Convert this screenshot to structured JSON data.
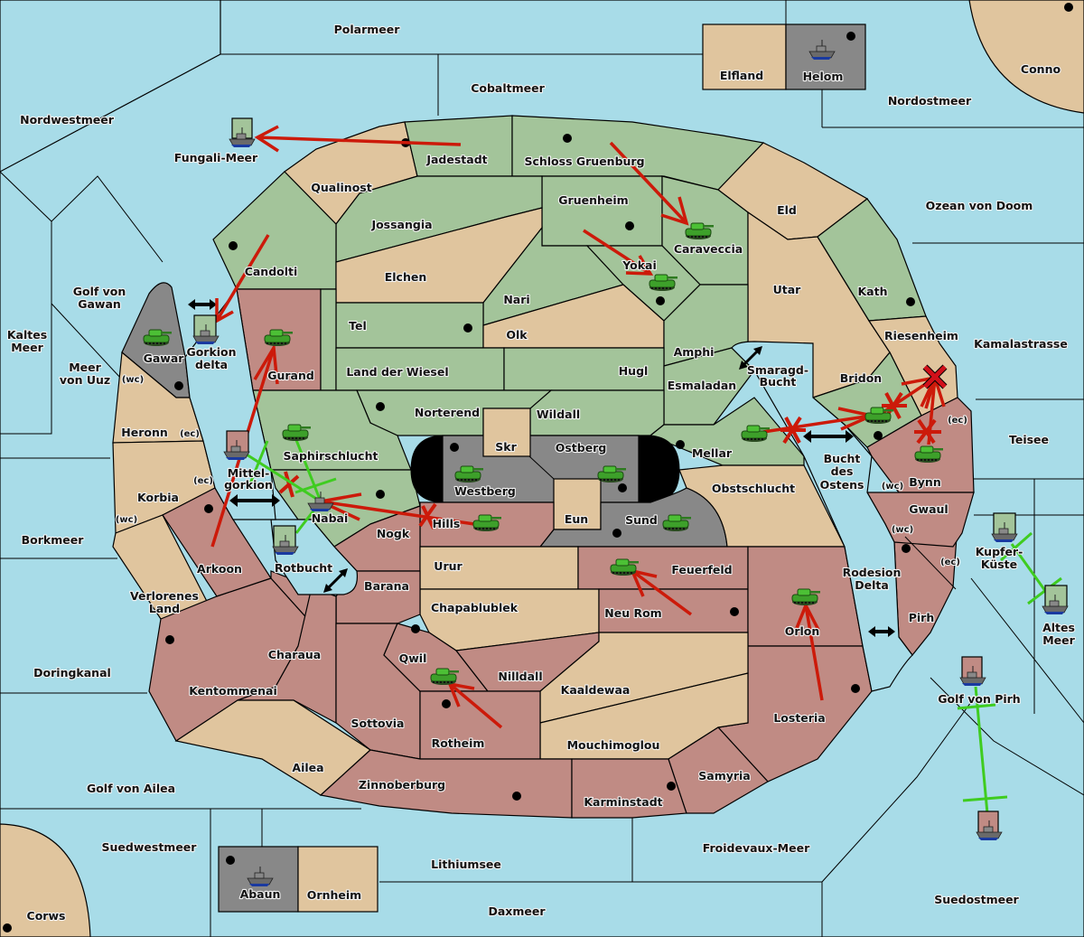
{
  "map": {
    "title": "Diplomacy map",
    "colors": {
      "sea": "#a8dce8",
      "green_power": "#a3c49a",
      "red_power": "#c08b84",
      "neutral": "#e0c59e",
      "impassable": "#888888",
      "attack_order": "#cc1a0a",
      "support_order": "#3fcc20"
    },
    "sea_regions": {
      "polarmeer": "Polarmeer",
      "cobaltmeer": "Cobaltmeer",
      "nordwestmeer": "Nordwestmeer",
      "fungali_meer": "Fungali-Meer",
      "nordostmeer": "Nordostmeer",
      "ozean_von_doom": "Ozean von Doom",
      "golf_von_gawan_1": "Golf von",
      "golf_von_gawan_2": "Gawan",
      "kaltes_meer_1": "Kaltes",
      "kaltes_meer_2": "Meer",
      "meer_von_uuz_1": "Meer",
      "meer_von_uuz_2": "von Uuz",
      "gorkion_delta_1": "Gorkion",
      "gorkion_delta_2": "delta",
      "kamalastrasse": "Kamalastrasse",
      "teisee": "Teisee",
      "smaragd_bucht_1": "Smaragd-",
      "smaragd_bucht_2": "Bucht",
      "bucht_des_ostens_1": "Bucht",
      "bucht_des_ostens_2": "des",
      "bucht_des_ostens_3": "Ostens",
      "mittelgorkion_1": "Mittel-",
      "mittelgorkion_2": "gorkion",
      "borkmeer": "Borkmeer",
      "rotbucht": "Rotbucht",
      "rodesion_delta_1": "Rodesion",
      "rodesion_delta_2": "Delta",
      "kupfer_kueste_1": "Kupfer-",
      "kupfer_kueste_2": "Küste",
      "altes_meer_1": "Altes",
      "altes_meer_2": "Meer",
      "doringkanal": "Doringkanal",
      "golf_von_pirh": "Golf von Pirh",
      "golf_von_ailea": "Golf von Ailea",
      "suedwestmeer": "Suedwestmeer",
      "lithiumsee": "Lithiumsee",
      "froidevaux_meer": "Froidevaux-Meer",
      "daxmeer": "Daxmeer",
      "suedostmeer": "Suedostmeer"
    },
    "land_regions": {
      "elfland": "Elfland",
      "helom": "Helom",
      "conno": "Conno",
      "jadestadt": "Jadestadt",
      "schloss_gruenburg": "Schloss Gruenburg",
      "qualinost": "Qualinost",
      "gruenheim": "Gruenheim",
      "eld": "Eld",
      "jossangia": "Jossangia",
      "caraveccia": "Caraveccia",
      "candolti": "Candolti",
      "yokai": "Yokai",
      "elchen": "Elchen",
      "utar": "Utar",
      "kath": "Kath",
      "nari": "Nari",
      "tel": "Tel",
      "olk": "Olk",
      "riesenheim": "Riesenheim",
      "gawar": "Gawar",
      "amphi": "Amphi",
      "gurand": "Gurand",
      "land_der_wiesel": "Land der Wiesel",
      "hugl": "Hugl",
      "bridon": "Bridon",
      "esmaladan": "Esmaladan",
      "norterend": "Norterend",
      "wildall": "Wildall",
      "heronn": "Heronn",
      "skr": "Skr",
      "ostberg": "Ostberg",
      "saphirschlucht": "Saphirschlucht",
      "mellar": "Mellar",
      "westberg": "Westberg",
      "bynn": "Bynn",
      "korbia": "Korbia",
      "nabai": "Nabai",
      "obstschlucht": "Obstschlucht",
      "gwaul": "Gwaul",
      "eun": "Eun",
      "hills": "Hills",
      "sund": "Sund",
      "nogk": "Nogk",
      "urur": "Urur",
      "feuerfeld": "Feuerfeld",
      "arkoon": "Arkoon",
      "barana": "Barana",
      "verlorenes_land_1": "Verlorenes",
      "verlorenes_land_2": "Land",
      "chapablublek": "Chapablublek",
      "neu_rom": "Neu Rom",
      "orlon": "Orlon",
      "pirh": "Pirh",
      "charaua": "Charaua",
      "qwil": "Qwil",
      "nilldall": "Nilldall",
      "kentommenai": "Kentommenai",
      "kaaldewaa": "Kaaldewaa",
      "losteria": "Losteria",
      "sottovia": "Sottovia",
      "rotheim": "Rotheim",
      "mouchimoglou": "Mouchimoglou",
      "ailea": "Ailea",
      "samyria": "Samyria",
      "zinnoberburg": "Zinnoberburg",
      "karminstadt": "Karminstadt",
      "abaun": "Abaun",
      "ornheim": "Ornheim",
      "corws": "Corws"
    },
    "coast_labels": {
      "wc": "(wc)",
      "ec": "(ec)"
    },
    "units": [
      {
        "type": "army",
        "power": "green",
        "region": "Caraveccia"
      },
      {
        "type": "army",
        "power": "green",
        "region": "Yokai"
      },
      {
        "type": "army",
        "power": "green",
        "region": "Gawar"
      },
      {
        "type": "army",
        "power": "green",
        "region": "Gurand"
      },
      {
        "type": "army",
        "power": "green",
        "region": "Saphirschlucht"
      },
      {
        "type": "army",
        "power": "green",
        "region": "Westberg"
      },
      {
        "type": "army",
        "power": "green",
        "region": "Ostberg"
      },
      {
        "type": "army",
        "power": "green",
        "region": "Mellar"
      },
      {
        "type": "army",
        "power": "green",
        "region": "Bridon"
      },
      {
        "type": "army",
        "power": "green",
        "region": "Bynn"
      },
      {
        "type": "army",
        "power": "green",
        "region": "Hills"
      },
      {
        "type": "army",
        "power": "green",
        "region": "Sund"
      },
      {
        "type": "army",
        "power": "green",
        "region": "Feuerfeld"
      },
      {
        "type": "army",
        "power": "green",
        "region": "Orlon"
      },
      {
        "type": "army",
        "power": "green",
        "region": "Qwil"
      },
      {
        "type": "fleet",
        "power": "green",
        "region": "Fungali-Meer"
      },
      {
        "type": "fleet",
        "power": "green",
        "region": "Gorkion delta"
      },
      {
        "type": "fleet",
        "power": "red",
        "region": "Mittelgorkion"
      },
      {
        "type": "fleet",
        "power": "green",
        "region": "Nabai"
      },
      {
        "type": "fleet",
        "power": "green",
        "region": "Rotbucht"
      },
      {
        "type": "fleet",
        "power": "green",
        "region": "Kupfer-Küste"
      },
      {
        "type": "fleet",
        "power": "green",
        "region": "Altes Meer"
      },
      {
        "type": "fleet",
        "power": "red",
        "region": "Golf von Pirh"
      },
      {
        "type": "fleet",
        "power": "red",
        "region": "Suedostmeer"
      },
      {
        "type": "fleet",
        "power": "neutral",
        "region": "Helom"
      },
      {
        "type": "fleet",
        "power": "neutral",
        "region": "Abaun"
      }
    ]
  }
}
